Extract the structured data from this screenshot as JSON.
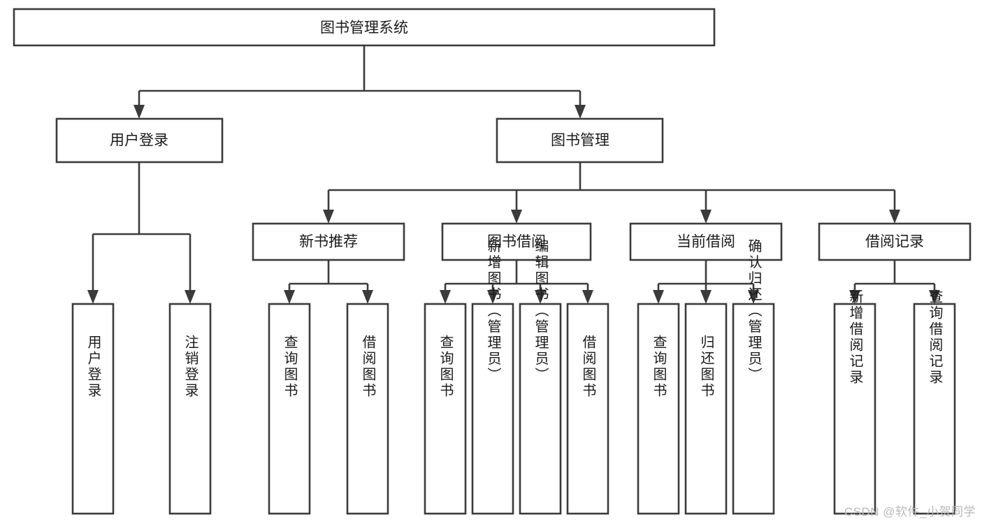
{
  "diagram": {
    "kind": "tree-hierarchy-chart",
    "title_node": {
      "id": "root",
      "label": "图书管理系统"
    },
    "level2": [
      {
        "id": "user-login",
        "label": "用户登录"
      },
      {
        "id": "book-manage",
        "label": "图书管理"
      }
    ],
    "level3": [
      {
        "id": "new-book-rec",
        "label": "新书推荐",
        "parent": "book-manage"
      },
      {
        "id": "book-borrow",
        "label": "图书借阅",
        "parent": "book-manage"
      },
      {
        "id": "current-borrow",
        "label": "当前借阅",
        "parent": "book-manage"
      },
      {
        "id": "borrow-record",
        "label": "借阅记录",
        "parent": "book-manage"
      }
    ],
    "leaves": {
      "user-login": [
        {
          "id": "leaf-user-login",
          "label": "用户登录"
        },
        {
          "id": "leaf-user-logout",
          "label": "注销登录"
        }
      ],
      "new-book-rec": [
        {
          "id": "leaf-query-book-1",
          "label": "查询图书"
        },
        {
          "id": "leaf-borrow-book-1",
          "label": "借阅图书"
        }
      ],
      "book-borrow": [
        {
          "id": "leaf-query-book-2",
          "label": "查询图书"
        },
        {
          "id": "leaf-add-book",
          "label": "新增图书（管理员）"
        },
        {
          "id": "leaf-edit-book",
          "label": "编辑图书（管理员）"
        },
        {
          "id": "leaf-borrow-book-2",
          "label": "借阅图书"
        }
      ],
      "current-borrow": [
        {
          "id": "leaf-query-book-3",
          "label": "查询图书"
        },
        {
          "id": "leaf-return-book",
          "label": "归还图书"
        },
        {
          "id": "leaf-confirm-return",
          "label": "确认归还（管理员）"
        }
      ],
      "borrow-record": [
        {
          "id": "leaf-add-record",
          "label": "新增借阅记录"
        },
        {
          "id": "leaf-query-record",
          "label": "查询借阅记录"
        }
      ]
    }
  },
  "watermark": {
    "text": "CSDN @软件_小贺同学"
  },
  "colors": {
    "stroke": "#3b3b3b",
    "fill": "#ffffff",
    "text": "#1b1b1b",
    "watermark": "#b9b9b9"
  }
}
